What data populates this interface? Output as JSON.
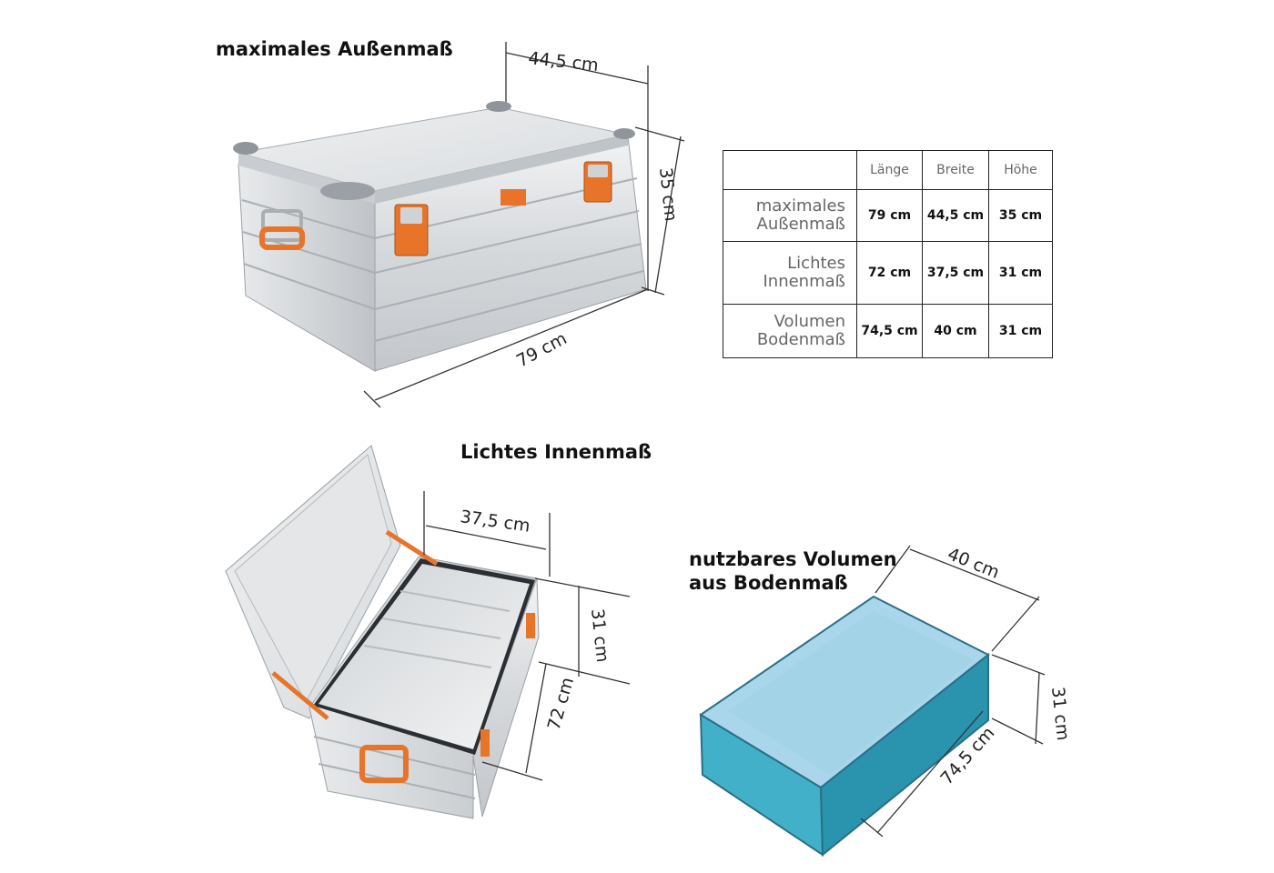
{
  "headings": {
    "outer": "maximales Außenmaß",
    "inner": "Lichtes Innenmaß",
    "volume_line1": "nutzbares Volumen",
    "volume_line2": "aus Bodenmaß"
  },
  "dimensions": {
    "outer_width": "44,5 cm",
    "outer_height": "35 cm",
    "outer_length": "79 cm",
    "inner_width": "37,5 cm",
    "inner_height": "31 cm",
    "inner_length": "72 cm",
    "volume_width": "40 cm",
    "volume_height": "31 cm",
    "volume_length": "74,5 cm"
  },
  "table": {
    "headers": [
      "",
      "Länge",
      "Breite",
      "Höhe"
    ],
    "rows": [
      {
        "label_line1": "maximales",
        "label_line2": "Außenmaß",
        "values": [
          "79 cm",
          "44,5 cm",
          "35 cm"
        ]
      },
      {
        "label_line1": "Lichtes",
        "label_line2": "Innenmaß",
        "values": [
          "72 cm",
          "37,5 cm",
          "31 cm"
        ]
      },
      {
        "label_line1": "Volumen",
        "label_line2": "Bodenmaß",
        "values": [
          "74,5 cm",
          "40 cm",
          "31 cm"
        ]
      }
    ]
  },
  "colors": {
    "aluminium": "#d9dcdf",
    "orange": "#e8742a",
    "volume_top": "#a9d6ea",
    "volume_side": "#2b9bb7"
  }
}
